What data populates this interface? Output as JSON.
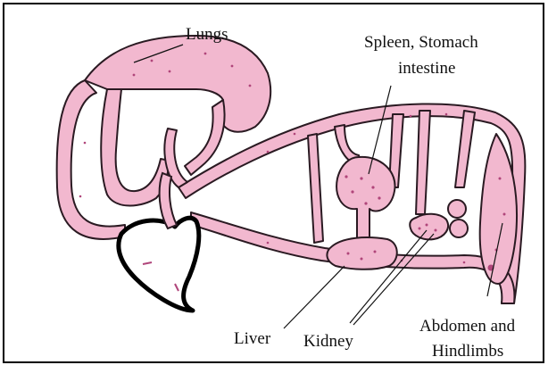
{
  "diagram": {
    "labels": {
      "lungs": "Lungs",
      "spleen_line1": "Spleen, Stomach",
      "spleen_line2": "intestine",
      "liver": "Liver",
      "kidney": "Kidney",
      "abdomen_line1": "Abdomen and",
      "abdomen_line2": "Hindlimbs"
    },
    "colors": {
      "vessel_fill": "#f2b8cf",
      "vessel_stroke": "#2a1a22",
      "heart_stroke": "#000000",
      "speckle": "#b0457a",
      "frame": "#000000"
    }
  }
}
